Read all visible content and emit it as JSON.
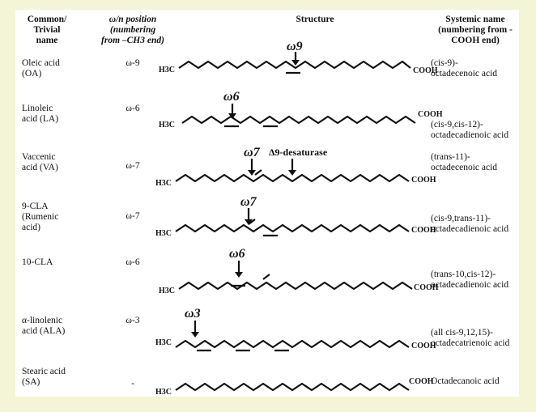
{
  "headers": {
    "name": "Common/\nTrivial\nname",
    "position": "ω/n position\n(numbering\nfrom –CH3 end)",
    "structure": "Structure",
    "systemic": "Systemic name\n(numbering from -\nCOOH end)"
  },
  "rows": [
    {
      "name": "Oleic acid\n(OA)",
      "position": "ω-9",
      "systemic": "(cis-9)-\noctadecenoic acid",
      "omega_label": "ω9"
    },
    {
      "name": "Linoleic\nacid (LA)",
      "position": "ω-6",
      "systemic": "(cis-9,cis-12)-\noctadecadienoic acid",
      "omega_label": "ω6"
    },
    {
      "name": "Vaccenic\nacid (VA)",
      "position": "ω-7",
      "systemic": "(trans-11)-\noctadecenoic acid",
      "omega_label": "ω7",
      "extra_label": "Δ9-desaturase"
    },
    {
      "name": "9-CLA\n(Rumenic\nacid)",
      "position": "ω-7",
      "systemic": "(cis-9,trans-11)-\noctadecadienoic acid",
      "omega_label": "ω7"
    },
    {
      "name": "10-CLA",
      "position": "ω-6",
      "systemic": "(trans-10,cis-12)-\noctadecadienoic acid",
      "omega_label": "ω6"
    },
    {
      "name": "α-linolenic\nacid (ALA)",
      "position": "ω-3",
      "systemic": "(all cis-9,12,15)-\noctadecatrienoic acid",
      "omega_label": "ω3"
    },
    {
      "name": "Stearic acid\n(SA)",
      "position": "-",
      "systemic": "Octadecanoic acid"
    }
  ],
  "structure_text": {
    "methyl": "H3C",
    "carboxyl": "COOH"
  }
}
